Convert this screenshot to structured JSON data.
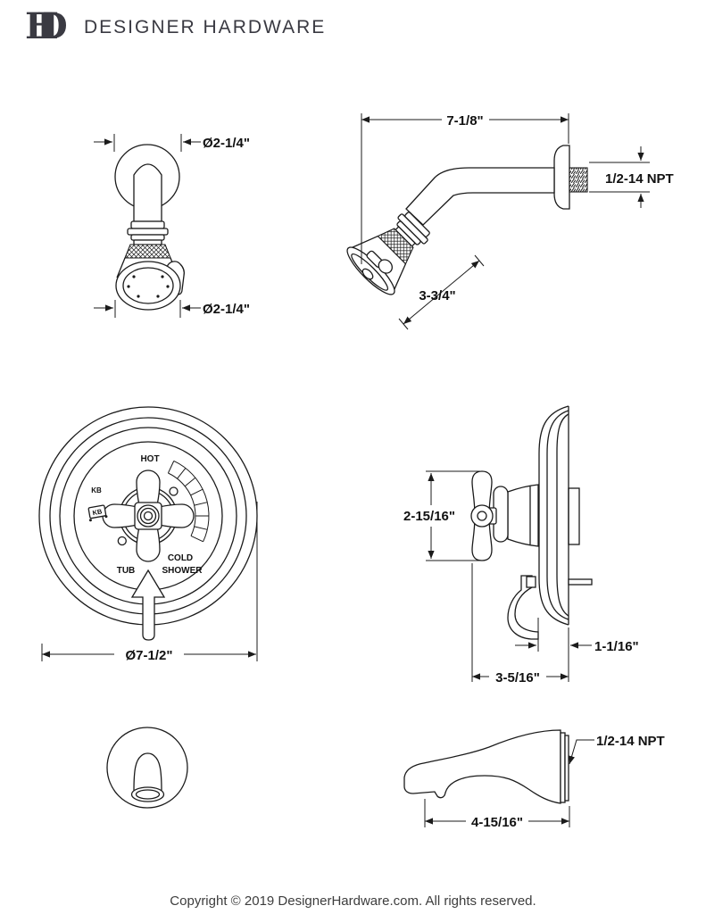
{
  "header": {
    "brand": "DESIGNER HARDWARE",
    "monogram_d": "D",
    "monogram_h": "H"
  },
  "colors": {
    "line": "#1b1b1b",
    "logo": "#3a3a42",
    "copyright": "#3d3d3d",
    "background": "#ffffff"
  },
  "views": {
    "shower_front": {
      "dim_top": "Ø2-1/4\"",
      "dim_bottom": "Ø2-1/4\""
    },
    "shower_side": {
      "dim_width": "7-1/8\"",
      "dim_thread": "1/2-14 NPT",
      "dim_head": "3-3/4\""
    },
    "valve_front": {
      "label_hot": "HOT",
      "label_kb": "KB",
      "label_logo_kb": "KB",
      "label_cold": "COLD",
      "label_shower": "SHOWER",
      "label_tub": "TUB",
      "dim_diameter": "Ø7-1/2\""
    },
    "valve_side": {
      "dim_handle": "2-15/16\"",
      "dim_plate": "1-1/16\"",
      "dim_depth": "3-5/16\""
    },
    "spout_side": {
      "dim_thread": "1/2-14 NPT",
      "dim_length": "4-15/16\""
    }
  },
  "footer": {
    "copyright": "Copyright © 2019 DesignerHardware.com. All rights reserved."
  }
}
